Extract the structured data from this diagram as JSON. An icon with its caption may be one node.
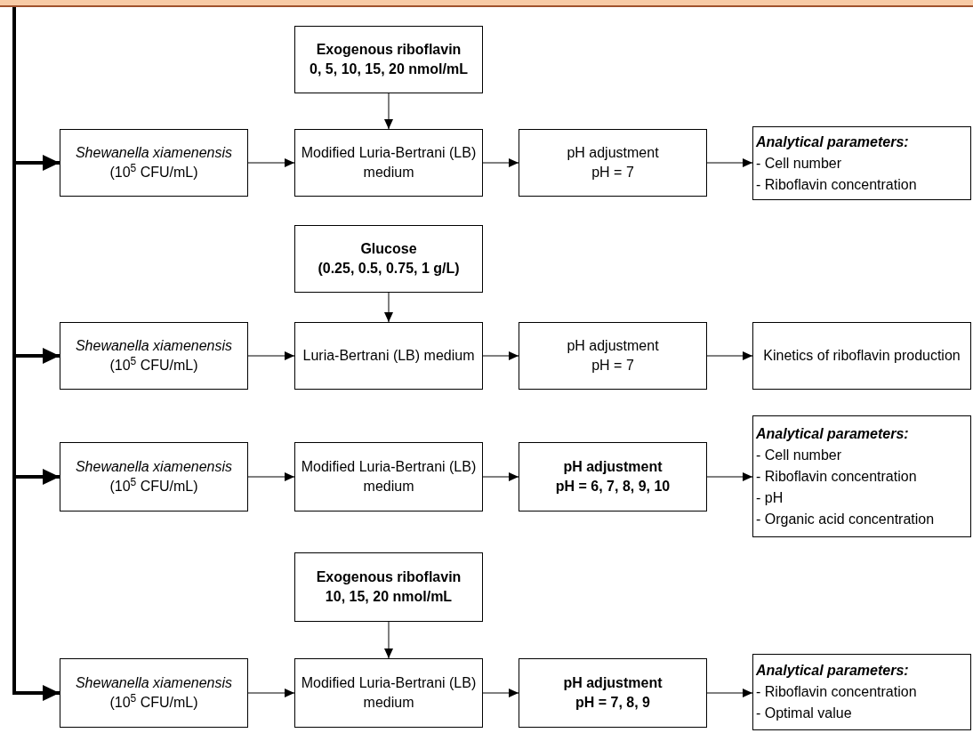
{
  "diagram": {
    "nodes": [
      {
        "text": [],
        "shape": "bar"
      },
      {
        "text": [
          "Exogenous riboflavin",
          "0, 5, 10, 15, 20 nmol/mL"
        ]
      },
      {
        "text": [
          "Shewanella xiamenensis",
          "(10$^{5}$ CFU/mL)"
        ]
      },
      {
        "text": [
          "Modified Luria-Bertrani (LB) medium"
        ]
      },
      {
        "text": [
          "pH adjustment",
          "pH = 7"
        ]
      },
      {
        "text": [
          "Analytical parameters:",
          "- Cell number",
          "- Riboflavin concentration"
        ]
      },
      {
        "text": [
          "Glucose",
          "(0.25, 0.5, 0.75, 1 g/L)"
        ]
      },
      {
        "text": [
          "Shewanella xiamenensis",
          "(10$^{5}$ CFU/mL)"
        ]
      },
      {
        "text": [
          "Luria-Bertrani (LB) medium"
        ]
      },
      {
        "text": [
          "pH adjustment",
          "pH = 7"
        ]
      },
      {
        "text": [
          "Kinetics of riboflavin production"
        ]
      },
      {
        "text": [
          "Shewanella xiamenensis",
          "(10$^{5}$ CFU/mL)"
        ]
      },
      {
        "text": [
          "Modified Luria-Bertrani (LB) medium"
        ]
      },
      {
        "text": [
          "pH adjustment",
          "pH = 6, 7, 8, 9, 10"
        ]
      },
      {
        "text": [
          "Analytical parameters:",
          "- Cell number",
          "- Riboflavin concentration",
          "- pH",
          "- Organic acid concentration"
        ]
      },
      {
        "text": [
          "Exogenous riboflavin",
          "10, 15, 20 nmol/mL"
        ]
      },
      {
        "text": [
          "Shewanella xiamenensis",
          "(10$^{5}$ CFU/mL)"
        ]
      },
      {
        "text": [
          "Modified Luria-Bertrani (LB) medium"
        ]
      },
      {
        "text": [
          "pH adjustment",
          "pH = 7, 8, 9"
        ]
      },
      {
        "text": [
          "Analytical parameters:",
          "- Riboflavin concentration",
          "- Optimal value"
        ]
      }
    ],
    "edges": [
      {
        "from": 0,
        "to": 2,
        "arrow": "to",
        "style": "thick"
      },
      {
        "from": 0,
        "to": 7,
        "arrow": "to",
        "style": "thick"
      },
      {
        "from": 0,
        "to": 11,
        "arrow": "to",
        "style": "thick"
      },
      {
        "from": 0,
        "to": 16,
        "arrow": "to",
        "style": "thick"
      },
      {
        "from": 1,
        "to": 3,
        "arrow": "to"
      },
      {
        "from": 2,
        "to": 3,
        "arrow": "to"
      },
      {
        "from": 3,
        "to": 4,
        "arrow": "to"
      },
      {
        "from": 4,
        "to": 5,
        "arrow": "to"
      },
      {
        "from": 6,
        "to": 8,
        "arrow": "to"
      },
      {
        "from": 7,
        "to": 8,
        "arrow": "to"
      },
      {
        "from": 8,
        "to": 9,
        "arrow": "to"
      },
      {
        "from": 9,
        "to": 10,
        "arrow": "to"
      },
      {
        "from": 11,
        "to": 12,
        "arrow": "to"
      },
      {
        "from": 12,
        "to": 13,
        "arrow": "to"
      },
      {
        "from": 13,
        "to": 14,
        "arrow": "to"
      },
      {
        "from": 15,
        "to": 17,
        "arrow": "to"
      },
      {
        "from": 16,
        "to": 17,
        "arrow": "to"
      },
      {
        "from": 17,
        "to": 18,
        "arrow": "to"
      },
      {
        "from": 18,
        "to": 19,
        "arrow": "to"
      }
    ]
  }
}
